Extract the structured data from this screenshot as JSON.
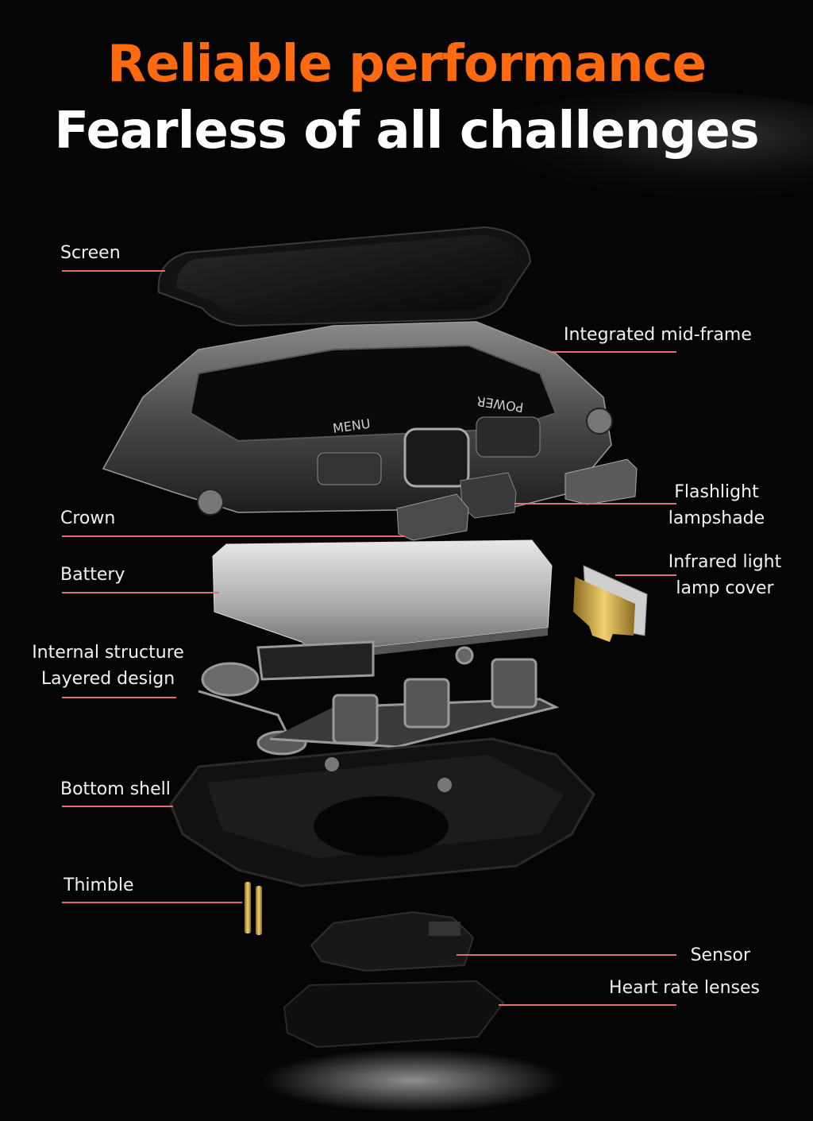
{
  "headline": {
    "line1": "Reliable performance",
    "line2": "Fearless of all challenges",
    "accent_color": "#ff6a10"
  },
  "labels": {
    "screen": "Screen",
    "mid_frame": "Integrated mid-frame",
    "flashlight_1": "Flashlight",
    "flashlight_2": "lampshade",
    "crown": "Crown",
    "battery": "Battery",
    "infrared_1": "Infrared light",
    "infrared_2": "lamp cover",
    "internal_1": "Internal structure",
    "internal_2": "Layered design",
    "bottom_shell": "Bottom shell",
    "thimble": "Thimble",
    "sensor": "Sensor",
    "heart_lenses": "Heart rate lenses"
  },
  "frame_markings": {
    "menu": "MENU",
    "power": "POWER"
  },
  "leader_line_color": "#e07070"
}
